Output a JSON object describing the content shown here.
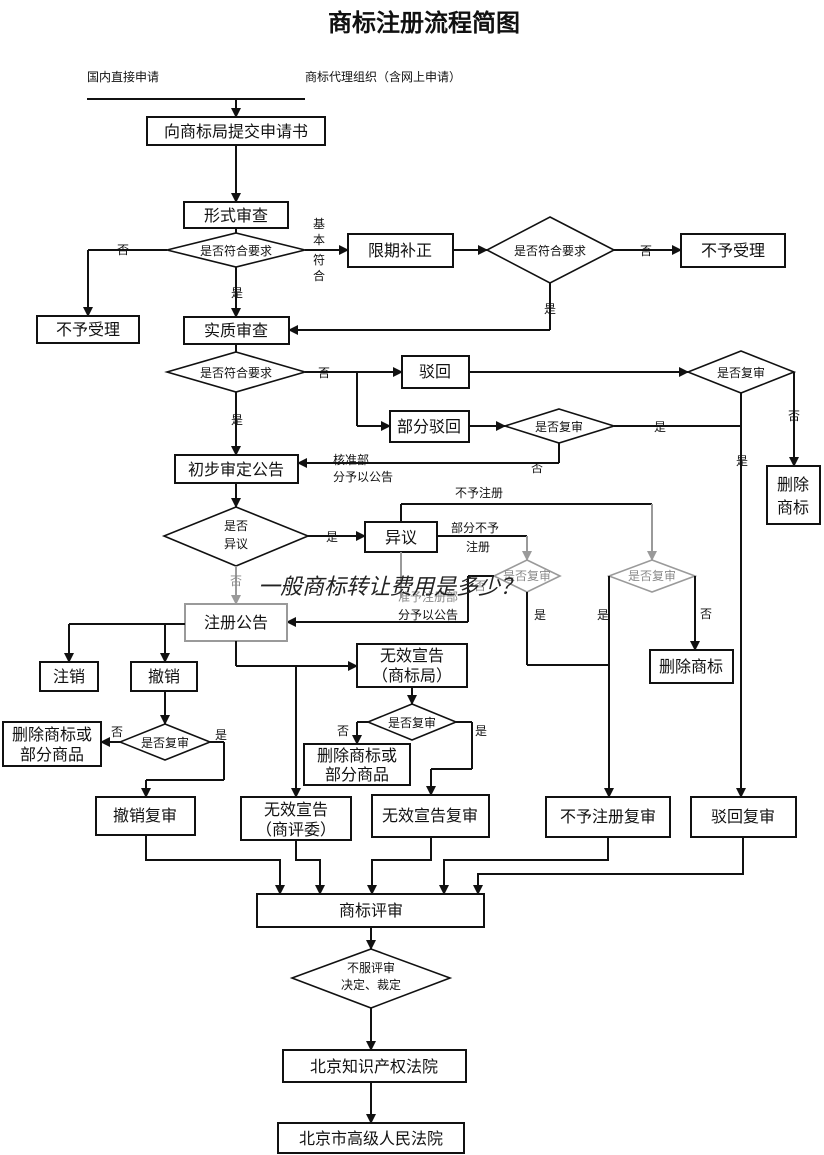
{
  "title": "商标注册流程简图",
  "sources": {
    "domestic": "国内直接申请",
    "agency": "商标代理组织（含网上申请）"
  },
  "nodes": {
    "submit": "向商标局提交申请书",
    "formal_review": "形式审查",
    "rectify": "限期补正",
    "not_accepted": "不予受理",
    "substantive_review": "实质审查",
    "reject": "驳回",
    "partial_reject": "部分驳回",
    "prelim_notice": "初步审定公告",
    "opposition": "异议",
    "reg_notice": "注册公告",
    "delete_mark": "删除商标",
    "delete_mark_2line": [
      "删除",
      "商标"
    ],
    "cancel": "注销",
    "revoke": "撤销",
    "invalid_bureau": [
      "无效宣告",
      "（商标局）"
    ],
    "delete_partial": [
      "删除商标或",
      "部分商品"
    ],
    "revoke_review": "撤销复审",
    "invalid_board": [
      "无效宣告",
      "（商评委）"
    ],
    "invalid_review": "无效宣告复审",
    "refuse_reg_review": "不予注册复审",
    "reject_review": "驳回复审",
    "tm_review": "商标评审",
    "beijing_ip_court": "北京知识产权法院",
    "beijing_high_court": "北京市高级人民法院"
  },
  "decisions": {
    "meets_req": "是否符合要求",
    "review_q": "是否复审",
    "oppose_q": [
      "是否",
      "异议"
    ],
    "disagree": [
      "不服评审",
      "决定、裁定"
    ]
  },
  "labels": {
    "yes": "是",
    "no": "否",
    "basic_ok": [
      "基",
      "本",
      "符",
      "合"
    ],
    "approve_partial": [
      "核准部",
      "分予以公告"
    ],
    "refuse_reg": "不予注册",
    "partial_refuse": [
      "部分不予",
      "注册"
    ],
    "approve_reg_partial": [
      "准予注册部",
      "分予以公告"
    ]
  },
  "overlay_text": "一般商标转让费用是多少？"
}
